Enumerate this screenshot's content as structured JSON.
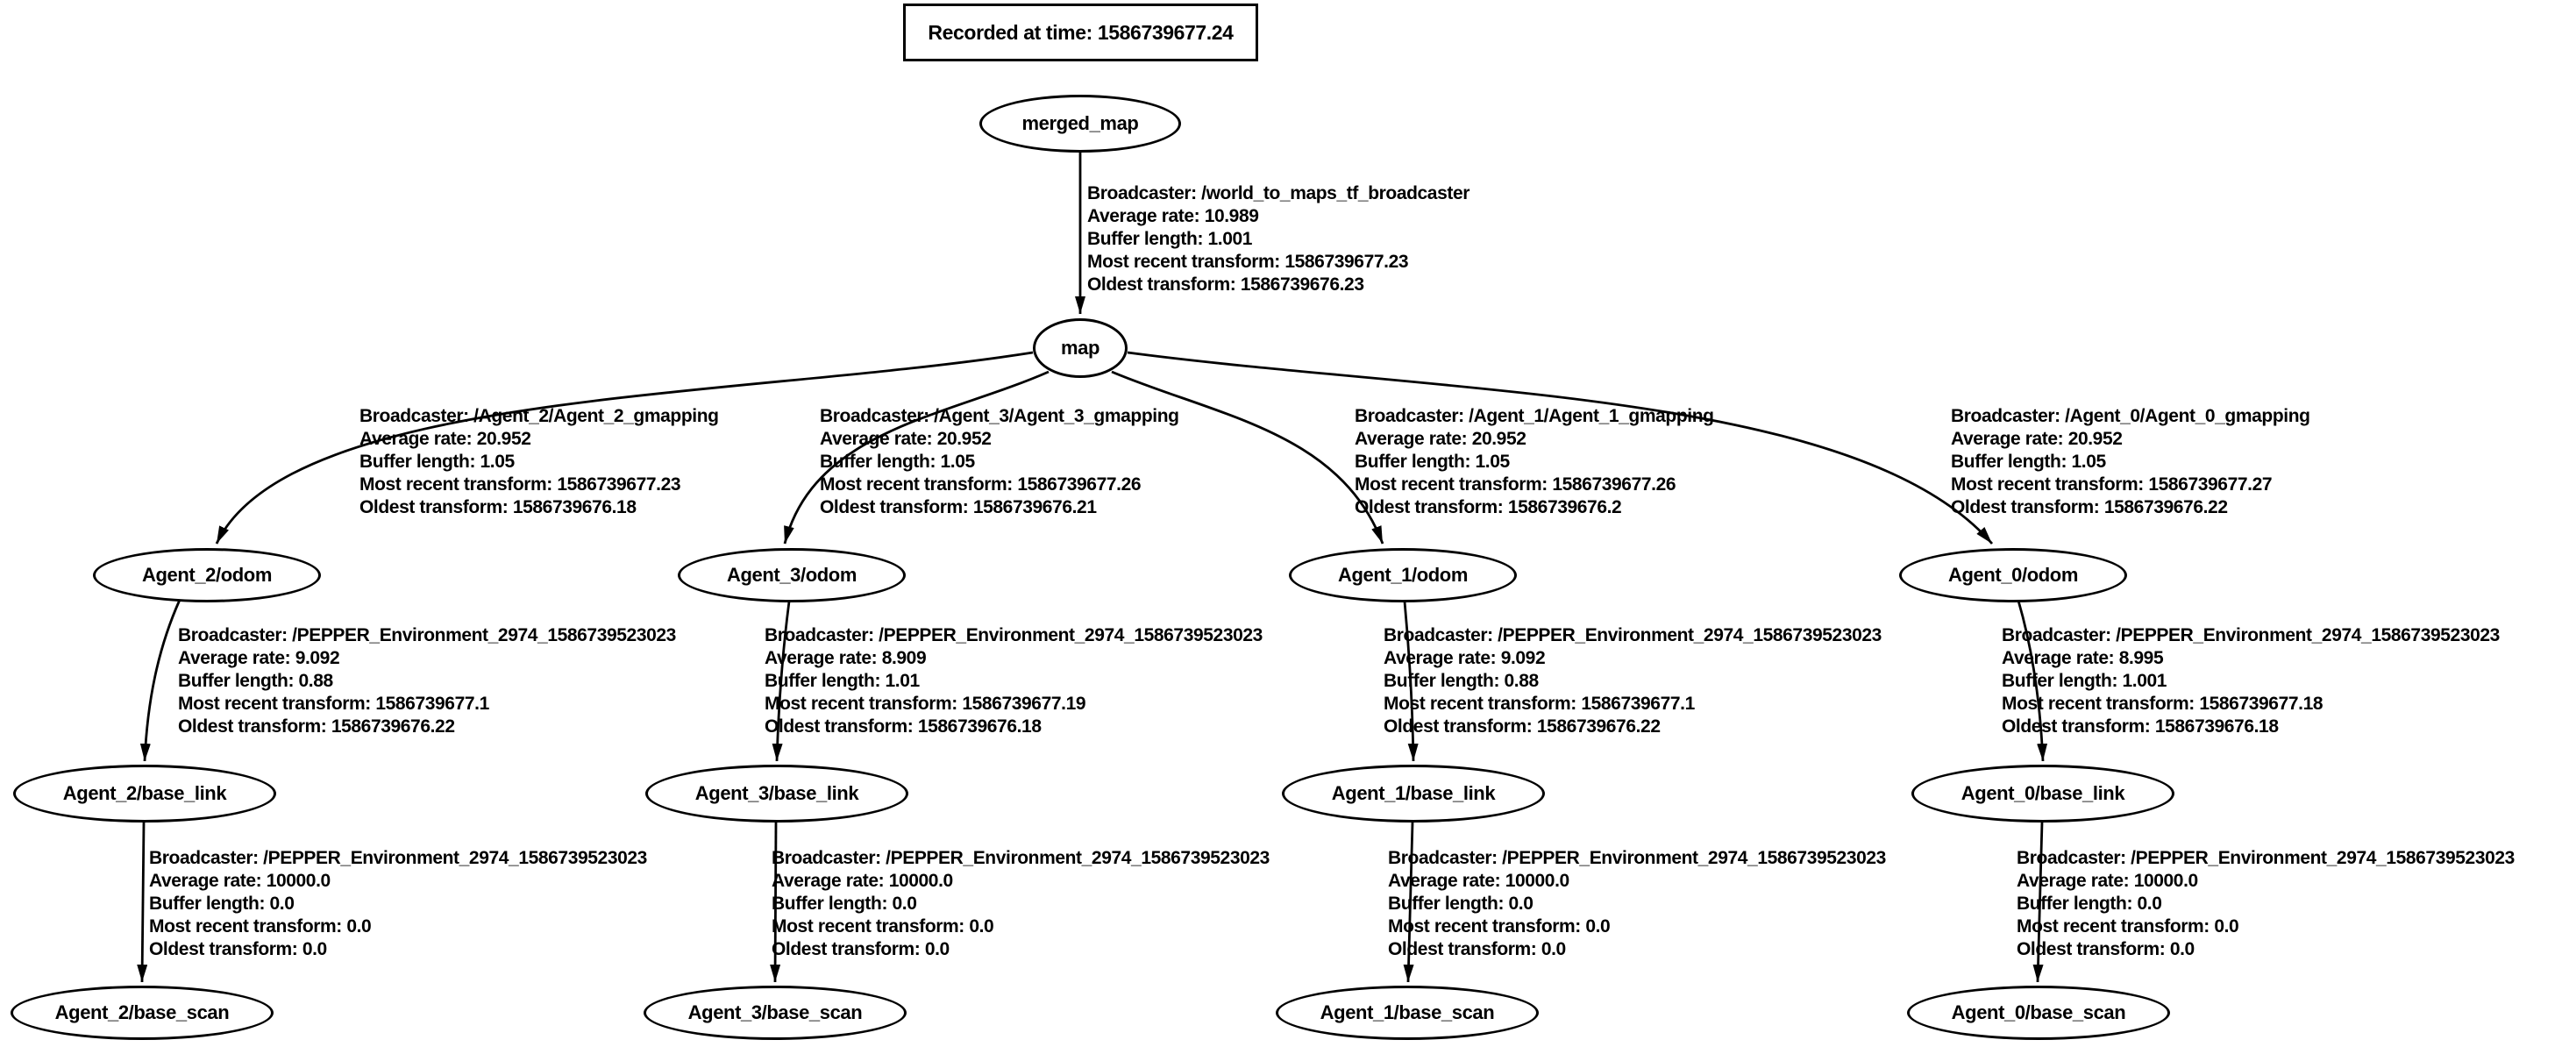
{
  "title_box": {
    "text": "Recorded at time: 1586739677.24"
  },
  "nodes": {
    "merged_map": "merged_map",
    "map": "map",
    "agent2_odom": "Agent_2/odom",
    "agent3_odom": "Agent_3/odom",
    "agent1_odom": "Agent_1/odom",
    "agent0_odom": "Agent_0/odom",
    "agent2_base_link": "Agent_2/base_link",
    "agent3_base_link": "Agent_3/base_link",
    "agent1_base_link": "Agent_1/base_link",
    "agent0_base_link": "Agent_0/base_link",
    "agent2_base_scan": "Agent_2/base_scan",
    "agent3_base_scan": "Agent_3/base_scan",
    "agent1_base_scan": "Agent_1/base_scan",
    "agent0_base_scan": "Agent_0/base_scan"
  },
  "edges": {
    "world_to_map": {
      "from": "merged_map",
      "to": "map",
      "broadcaster": "/world_to_maps_tf_broadcaster",
      "average_rate": "10.989",
      "buffer_length": "1.001",
      "most_recent_transform": "1586739677.23",
      "oldest_transform": "1586739676.23",
      "lines": [
        "Broadcaster: /world_to_maps_tf_broadcaster",
        "Average rate: 10.989",
        "Buffer length: 1.001",
        "Most recent transform: 1586739677.23",
        "Oldest transform: 1586739676.23"
      ]
    },
    "map_agent2": {
      "from": "map",
      "to": "Agent_2/odom",
      "broadcaster": "/Agent_2/Agent_2_gmapping",
      "average_rate": "20.952",
      "buffer_length": "1.05",
      "most_recent_transform": "1586739677.23",
      "oldest_transform": "1586739676.18",
      "lines": [
        "Broadcaster: /Agent_2/Agent_2_gmapping",
        "Average rate: 20.952",
        "Buffer length: 1.05",
        "Most recent transform: 1586739677.23",
        "Oldest transform: 1586739676.18"
      ]
    },
    "map_agent3": {
      "from": "map",
      "to": "Agent_3/odom",
      "broadcaster": "/Agent_3/Agent_3_gmapping",
      "average_rate": "20.952",
      "buffer_length": "1.05",
      "most_recent_transform": "1586739677.26",
      "oldest_transform": "1586739676.21",
      "lines": [
        "Broadcaster: /Agent_3/Agent_3_gmapping",
        "Average rate: 20.952",
        "Buffer length: 1.05",
        "Most recent transform: 1586739677.26",
        "Oldest transform: 1586739676.21"
      ]
    },
    "map_agent1": {
      "from": "map",
      "to": "Agent_1/odom",
      "broadcaster": "/Agent_1/Agent_1_gmapping",
      "average_rate": "20.952",
      "buffer_length": "1.05",
      "most_recent_transform": "1586739677.26",
      "oldest_transform": "1586739676.2",
      "lines": [
        "Broadcaster: /Agent_1/Agent_1_gmapping",
        "Average rate: 20.952",
        "Buffer length: 1.05",
        "Most recent transform: 1586739677.26",
        "Oldest transform: 1586739676.2"
      ]
    },
    "map_agent0": {
      "from": "map",
      "to": "Agent_0/odom",
      "broadcaster": "/Agent_0/Agent_0_gmapping",
      "average_rate": "20.952",
      "buffer_length": "1.05",
      "most_recent_transform": "1586739677.27",
      "oldest_transform": "1586739676.22",
      "lines": [
        "Broadcaster: /Agent_0/Agent_0_gmapping",
        "Average rate: 20.952",
        "Buffer length: 1.05",
        "Most recent transform: 1586739677.27",
        "Oldest transform: 1586739676.22"
      ]
    },
    "agent2_odom_bl": {
      "from": "Agent_2/odom",
      "to": "Agent_2/base_link",
      "broadcaster": "/PEPPER_Environment_2974_1586739523023",
      "average_rate": "9.092",
      "buffer_length": "0.88",
      "most_recent_transform": "1586739677.1",
      "oldest_transform": "1586739676.22",
      "lines": [
        "Broadcaster: /PEPPER_Environment_2974_1586739523023",
        "Average rate: 9.092",
        "Buffer length: 0.88",
        "Most recent transform: 1586739677.1",
        "Oldest transform: 1586739676.22"
      ]
    },
    "agent3_odom_bl": {
      "from": "Agent_3/odom",
      "to": "Agent_3/base_link",
      "broadcaster": "/PEPPER_Environment_2974_1586739523023",
      "average_rate": "8.909",
      "buffer_length": "1.01",
      "most_recent_transform": "1586739677.19",
      "oldest_transform": "1586739676.18",
      "lines": [
        "Broadcaster: /PEPPER_Environment_2974_1586739523023",
        "Average rate: 8.909",
        "Buffer length: 1.01",
        "Most recent transform: 1586739677.19",
        "Oldest transform: 1586739676.18"
      ]
    },
    "agent1_odom_bl": {
      "from": "Agent_1/odom",
      "to": "Agent_1/base_link",
      "broadcaster": "/PEPPER_Environment_2974_1586739523023",
      "average_rate": "9.092",
      "buffer_length": "0.88",
      "most_recent_transform": "1586739677.1",
      "oldest_transform": "1586739676.22",
      "lines": [
        "Broadcaster: /PEPPER_Environment_2974_1586739523023",
        "Average rate: 9.092",
        "Buffer length: 0.88",
        "Most recent transform: 1586739677.1",
        "Oldest transform: 1586739676.22"
      ]
    },
    "agent0_odom_bl": {
      "from": "Agent_0/odom",
      "to": "Agent_0/base_link",
      "broadcaster": "/PEPPER_Environment_2974_1586739523023",
      "average_rate": "8.995",
      "buffer_length": "1.001",
      "most_recent_transform": "1586739677.18",
      "oldest_transform": "1586739676.18",
      "lines": [
        "Broadcaster: /PEPPER_Environment_2974_1586739523023",
        "Average rate: 8.995",
        "Buffer length: 1.001",
        "Most recent transform: 1586739677.18",
        "Oldest transform: 1586739676.18"
      ]
    },
    "agent2_bl_bs": {
      "from": "Agent_2/base_link",
      "to": "Agent_2/base_scan",
      "broadcaster": "/PEPPER_Environment_2974_1586739523023",
      "average_rate": "10000.0",
      "buffer_length": "0.0",
      "most_recent_transform": "0.0",
      "oldest_transform": "0.0",
      "lines": [
        "Broadcaster: /PEPPER_Environment_2974_1586739523023",
        "Average rate: 10000.0",
        "Buffer length: 0.0",
        "Most recent transform: 0.0",
        "Oldest transform: 0.0"
      ]
    },
    "agent3_bl_bs": {
      "from": "Agent_3/base_link",
      "to": "Agent_3/base_scan",
      "broadcaster": "/PEPPER_Environment_2974_1586739523023",
      "average_rate": "10000.0",
      "buffer_length": "0.0",
      "most_recent_transform": "0.0",
      "oldest_transform": "0.0",
      "lines": [
        "Broadcaster: /PEPPER_Environment_2974_1586739523023",
        "Average rate: 10000.0",
        "Buffer length: 0.0",
        "Most recent transform: 0.0",
        "Oldest transform: 0.0"
      ]
    },
    "agent1_bl_bs": {
      "from": "Agent_1/base_link",
      "to": "Agent_1/base_scan",
      "broadcaster": "/PEPPER_Environment_2974_1586739523023",
      "average_rate": "10000.0",
      "buffer_length": "0.0",
      "most_recent_transform": "0.0",
      "oldest_transform": "0.0",
      "lines": [
        "Broadcaster: /PEPPER_Environment_2974_1586739523023",
        "Average rate: 10000.0",
        "Buffer length: 0.0",
        "Most recent transform: 0.0",
        "Oldest transform: 0.0"
      ]
    },
    "agent0_bl_bs": {
      "from": "Agent_0/base_link",
      "to": "Agent_0/base_scan",
      "broadcaster": "/PEPPER_Environment_2974_1586739523023",
      "average_rate": "10000.0",
      "buffer_length": "0.0",
      "most_recent_transform": "0.0",
      "oldest_transform": "0.0",
      "lines": [
        "Broadcaster: /PEPPER_Environment_2974_1586739523023",
        "Average rate: 10000.0",
        "Buffer length: 0.0",
        "Most recent transform: 0.0",
        "Oldest transform: 0.0"
      ]
    }
  }
}
